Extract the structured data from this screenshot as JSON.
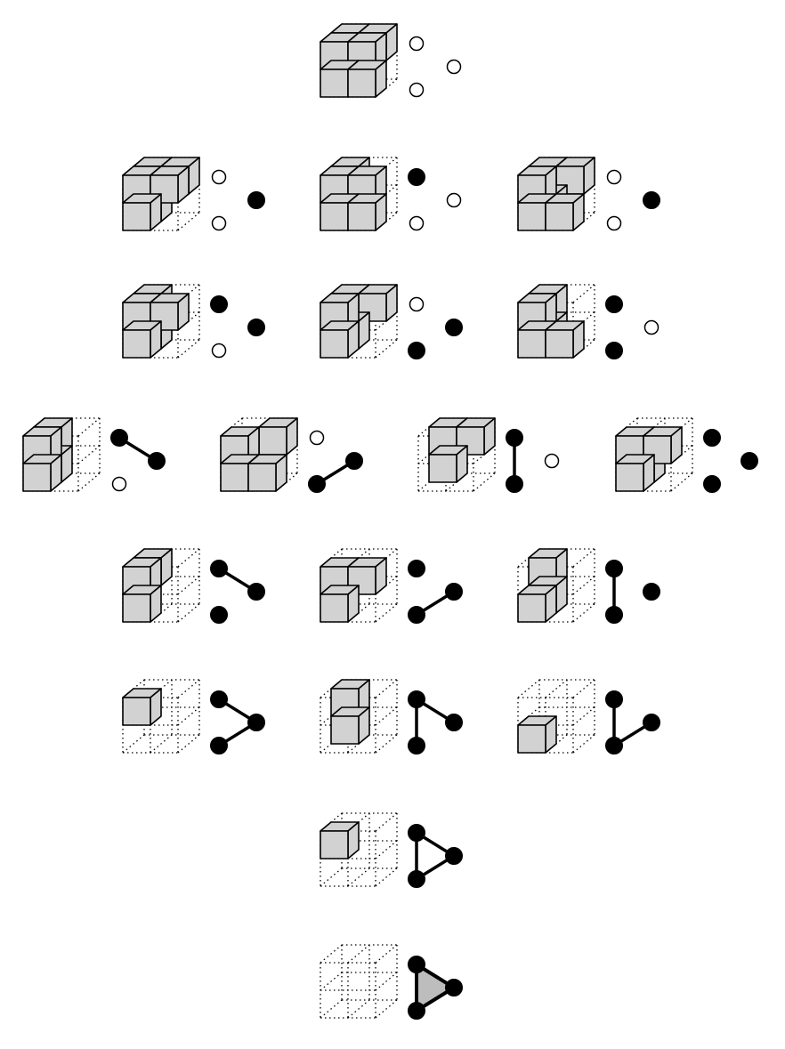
{
  "colors": {
    "solid_fill": "#d2d2d2",
    "stroke": "#000000",
    "background": "#ffffff",
    "filled_vertex": "#000000",
    "empty_vertex": "#ffffff",
    "triangle_fill": "#bdbdbd"
  },
  "rows": [
    {
      "items": [
        {
          "cubes": [
            "000",
            "001",
            "010",
            "011",
            "100",
            "101",
            "110"
          ],
          "vertices": [
            0,
            0,
            0
          ],
          "edges": [],
          "face": false
        }
      ]
    },
    {
      "items": [
        {
          "cubes": [
            "000",
            "001",
            "010",
            "011",
            "100",
            "101"
          ],
          "vertices": [
            0,
            0,
            1
          ],
          "edges": [],
          "face": false
        },
        {
          "cubes": [
            "000",
            "001",
            "010",
            "011",
            "100",
            "110"
          ],
          "vertices": [
            1,
            0,
            0
          ],
          "edges": [],
          "face": false
        },
        {
          "cubes": [
            "000",
            "001",
            "010",
            "011",
            "101",
            "110"
          ],
          "vertices": [
            0,
            0,
            1
          ],
          "edges": [],
          "face": false
        }
      ]
    },
    {
      "items": [
        {
          "cubes": [
            "000",
            "001",
            "010",
            "011",
            "100"
          ],
          "vertices": [
            1,
            0,
            1
          ],
          "edges": [],
          "face": false
        },
        {
          "cubes": [
            "000",
            "001",
            "010",
            "011",
            "101"
          ],
          "vertices": [
            0,
            1,
            1
          ],
          "edges": [],
          "face": false
        },
        {
          "cubes": [
            "000",
            "001",
            "010",
            "011",
            "110"
          ],
          "vertices": [
            1,
            1,
            0
          ],
          "edges": [],
          "face": false
        }
      ]
    },
    {
      "items": [
        {
          "cubes": [
            "000",
            "001",
            "010",
            "011"
          ],
          "vertices": [
            1,
            0,
            1
          ],
          "edges": [
            [
              0,
              2
            ]
          ],
          "face": false
        },
        {
          "cubes": [
            "000",
            "010",
            "101",
            "110"
          ],
          "vertices": [
            0,
            1,
            1
          ],
          "edges": [
            [
              1,
              2
            ]
          ],
          "face": false
        },
        {
          "cubes": [
            "001",
            "011",
            "101"
          ],
          "vertices": [
            1,
            1,
            0
          ],
          "edges": [
            [
              0,
              1
            ]
          ],
          "face": false
        },
        {
          "cubes": [
            "000",
            "010",
            "011",
            "100"
          ],
          "vertices": [
            1,
            1,
            1
          ],
          "edges": [],
          "face": false
        }
      ]
    },
    {
      "items": [
        {
          "cubes": [
            "000",
            "001",
            "010"
          ],
          "vertices": [
            1,
            1,
            1
          ],
          "edges": [
            [
              0,
              2
            ]
          ],
          "face": false
        },
        {
          "cubes": [
            "000",
            "010",
            "100"
          ],
          "vertices": [
            1,
            1,
            1
          ],
          "edges": [
            [
              1,
              2
            ]
          ],
          "face": false
        },
        {
          "cubes": [
            "001",
            "011",
            "010"
          ],
          "vertices": [
            1,
            1,
            1
          ],
          "edges": [
            [
              0,
              1
            ]
          ],
          "face": false
        }
      ]
    },
    {
      "items": [
        {
          "cubes": [
            "000"
          ],
          "vertices": [
            1,
            1,
            1
          ],
          "edges": [
            [
              0,
              2
            ],
            [
              1,
              2
            ]
          ],
          "face": false
        },
        {
          "cubes": [
            "001",
            "011"
          ],
          "vertices": [
            1,
            1,
            1
          ],
          "edges": [
            [
              0,
              2
            ],
            [
              0,
              1
            ]
          ],
          "face": false
        },
        {
          "cubes": [
            "010"
          ],
          "vertices": [
            1,
            1,
            1
          ],
          "edges": [
            [
              0,
              1
            ],
            [
              1,
              2
            ]
          ],
          "face": false
        }
      ]
    },
    {
      "items": [
        {
          "cubes": [
            "000"
          ],
          "vertices": [
            1,
            1,
            1
          ],
          "edges": [
            [
              0,
              1
            ],
            [
              1,
              2
            ],
            [
              0,
              2
            ]
          ],
          "face": false
        }
      ]
    },
    {
      "items": [
        {
          "cubes": [],
          "vertices": [
            1,
            1,
            1
          ],
          "edges": [
            [
              0,
              1
            ],
            [
              1,
              2
            ],
            [
              0,
              2
            ]
          ],
          "face": true
        }
      ]
    }
  ]
}
